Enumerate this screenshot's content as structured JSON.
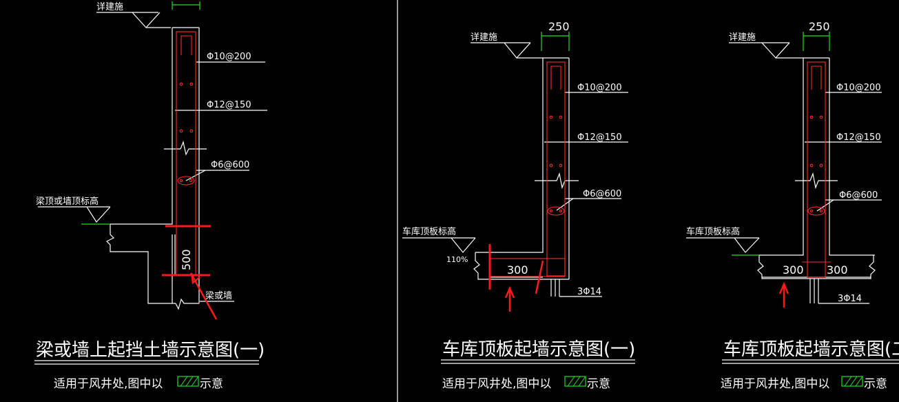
{
  "colors": {
    "background": "#000000",
    "line": "#ffffff",
    "rebar": "#ff2a2a",
    "dimension": "#19e619",
    "highlight": "#ff1a1a"
  },
  "left": {
    "elev_top": "详建施",
    "rebar_1": "Φ10@200",
    "rebar_2": "Φ12@150",
    "rebar_3": "Φ6@600",
    "elev_bottom": "梁顶或墙顶标高",
    "height_dim": "500",
    "beam_label": "梁或墙",
    "title": "梁或墙上起挡土墙示意图(一)",
    "note": "适用于风井处,图中以",
    "note_end": "示意"
  },
  "middle": {
    "width_dim": "250",
    "elev_top": "详建施",
    "rebar_1": "Φ10@200",
    "rebar_2": "Φ12@150",
    "rebar_3": "Φ6@600",
    "elev_bottom": "车库顶板标高",
    "zoom": "110%",
    "slab_dim": "300",
    "bottom_bars": "3Φ14",
    "title": "车库顶板起墙示意图(一)",
    "note": "适用于风井处,图中以",
    "note_end": "示意"
  },
  "right": {
    "width_dim": "250",
    "elev_top": "详建施",
    "rebar_1": "Φ10@200",
    "rebar_2": "Φ12@150",
    "rebar_3": "Φ6@600",
    "elev_bottom": "车库顶板标高",
    "slab_dim_left": "300",
    "slab_dim_right": "300",
    "bottom_bars": "3Φ14",
    "title": "车库顶板起墙示意图(二)",
    "note": "适用于风井处,图中以",
    "note_end": "示意"
  }
}
